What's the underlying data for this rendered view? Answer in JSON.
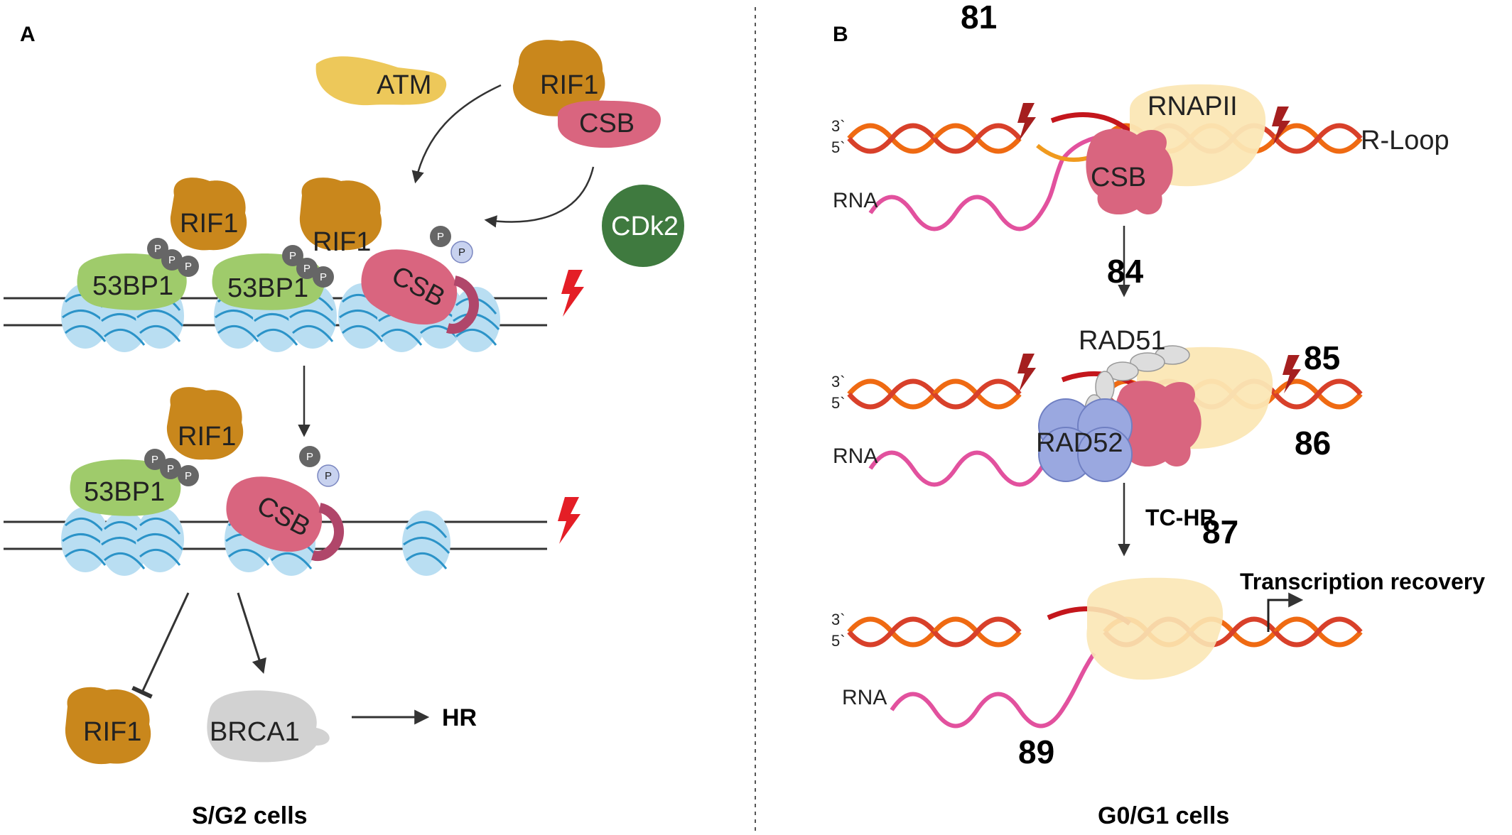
{
  "panels": {
    "a": {
      "letter": "A",
      "caption": "S/G2 cells",
      "proteins": {
        "atm": "ATM",
        "rif1": "RIF1",
        "csb": "CSB",
        "cdk2": "CDk2",
        "bp53": "53BP1",
        "brca1": "BRCA1"
      },
      "phospho": "P",
      "outcome": "HR"
    },
    "b": {
      "letter": "B",
      "caption": "G0/G1 cells",
      "strand_3": "3`",
      "strand_5": "5`",
      "rna": "RNA",
      "rloop": "R-Loop",
      "rnapii": "RNAPII",
      "csb": "CSB",
      "rad51": "RAD51",
      "rad52": "RAD52",
      "tchr": "TC-HR",
      "recovery": "Transcription recovery"
    }
  },
  "overlay_numbers": [
    "81",
    "84",
    "85",
    "86",
    "87",
    "89"
  ],
  "colors": {
    "rif1": "#c9871c",
    "csb": "#d9657f",
    "bp53": "#9fcb6b",
    "cdk2": "#3f7a3f",
    "atm": "#edc85a",
    "brca1": "#d2d2d2",
    "nucleosome": "#b9def2",
    "dna_orange": "#ef6a12",
    "dna_red": "#d8402a",
    "rnapii": "#fbe7b5",
    "rad52": "#9aa8e0",
    "rad51": "#dddddd",
    "rna": "#e2519e",
    "lightning": "#e41e26",
    "lightning_dark": "#a51f1f"
  }
}
